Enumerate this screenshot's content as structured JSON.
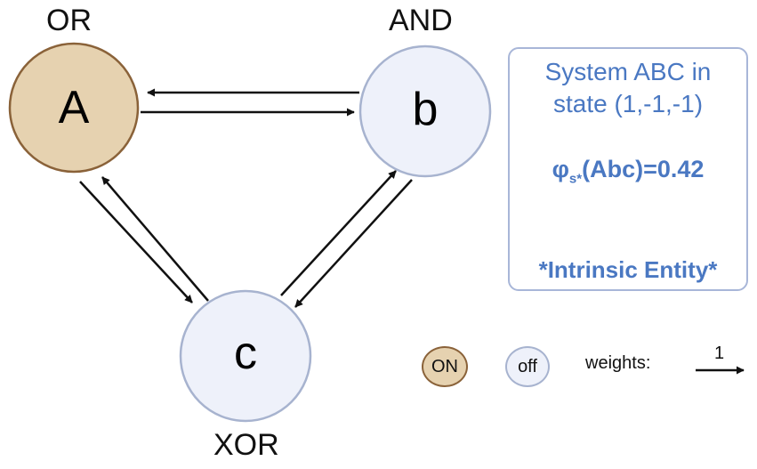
{
  "nodes": {
    "A": {
      "letter": "A",
      "gate": "OR",
      "state": "ON"
    },
    "b": {
      "letter": "b",
      "gate": "AND",
      "state": "off"
    },
    "c": {
      "letter": "c",
      "gate": "XOR",
      "state": "off"
    }
  },
  "colors": {
    "on_fill": "#e6d2b0",
    "on_stroke": "#8a6239",
    "off_fill": "#eef1fa",
    "off_stroke": "#a7b3cf",
    "text_blue": "#4a78c2",
    "box_border": "#a8b6d8",
    "arrow": "#111111"
  },
  "infobox": {
    "line1": "System ABC in",
    "line2": "state (1,-1,-1)",
    "phi_symbol": "φ",
    "phi_subscript": "s*",
    "phi_rest": "(Abc)=0.42",
    "entity": "*Intrinsic Entity*"
  },
  "legend": {
    "on_label": "ON",
    "off_label": "off",
    "weights_label": "weights:",
    "weight_value": "1"
  }
}
